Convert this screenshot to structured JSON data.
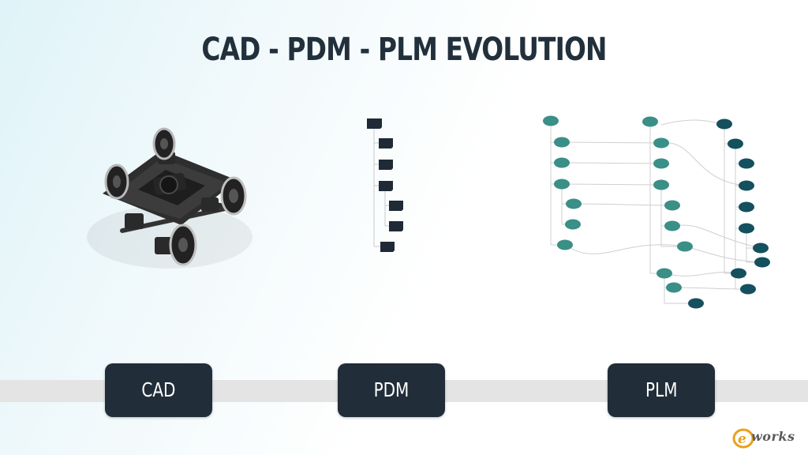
{
  "title": "CAD - PDM - PLM EVOLUTION",
  "stages": [
    {
      "label": "CAD"
    },
    {
      "label": "PDM"
    },
    {
      "label": "PLM"
    }
  ],
  "logo": {
    "text": "works",
    "mark": "e"
  },
  "colors": {
    "title": "#22303c",
    "stage_box": "#212d38",
    "timeline_band": "#e4e4e4",
    "node_teal": "#3a8f86",
    "node_dark": "#14505e",
    "pdm_node": "#1f2a36"
  },
  "icons": {
    "cad": "bogie-3d-model-icon",
    "pdm": "pdm-tree-icon",
    "plm": "plm-network-icon"
  }
}
